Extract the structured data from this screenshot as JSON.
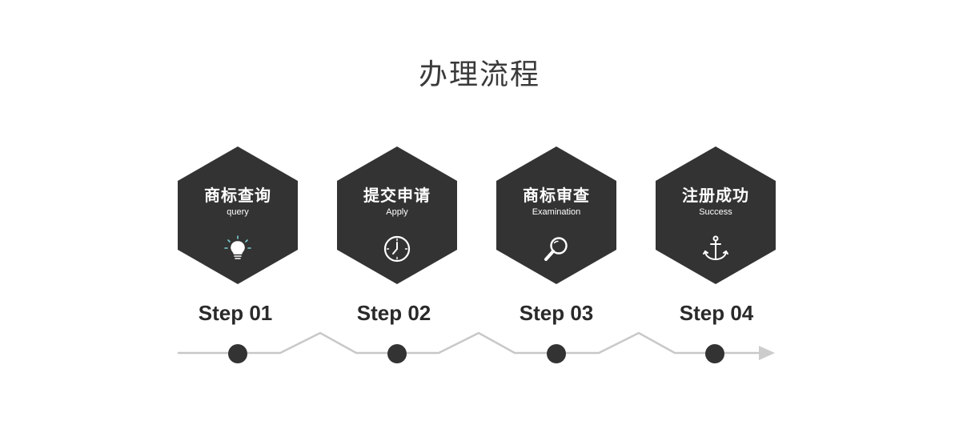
{
  "title": "办理流程",
  "steps": [
    {
      "cn": "商标查询",
      "en": "query",
      "icon": "lightbulb-icon",
      "step": "Step 01"
    },
    {
      "cn": "提交申请",
      "en": "Apply",
      "icon": "clock-icon",
      "step": "Step 02"
    },
    {
      "cn": "商标审查",
      "en": "Examination",
      "icon": "magnifier-icon",
      "step": "Step 03"
    },
    {
      "cn": "注册成功",
      "en": "Success",
      "icon": "anchor-icon",
      "step": "Step 04"
    }
  ],
  "colors": {
    "hexagon": "#333333",
    "text_light": "#ffffff",
    "timeline_line": "#c8c8c8",
    "timeline_dot": "#333333",
    "icon_accent": "#7ad0d6"
  }
}
